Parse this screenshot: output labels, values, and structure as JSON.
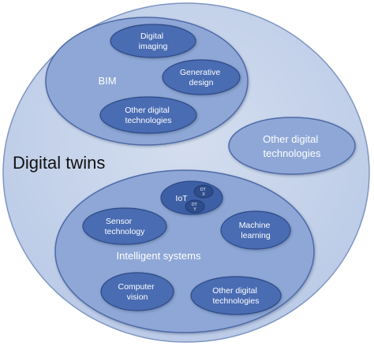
{
  "diagram": {
    "outer_label": "Digital twins",
    "groups": {
      "bim": {
        "label": "BIM",
        "items": [
          "Digital imaging",
          "Generative design",
          "Other digital technologies"
        ]
      },
      "other": {
        "label": "Other digital technologies"
      },
      "intelligent": {
        "label": "Intelligent systems",
        "items": [
          "Sensor technology",
          "Machine learning",
          "Computer vision",
          "Other digital technologies"
        ],
        "iot": {
          "label": "IoT",
          "sub": [
            "DT X",
            "DT Y"
          ]
        }
      }
    },
    "colors": {
      "outer_fill": "#c6d3ea",
      "outer_stroke": "#7e95c2",
      "group_fill": "#8ea7d6",
      "group_stroke": "#4f6aa8",
      "item_fill": "#4a6cb3",
      "item_stroke": "#2e4a86",
      "iot_fill": "#3e5fa6",
      "sub_fill": "#2f4d8c"
    }
  }
}
